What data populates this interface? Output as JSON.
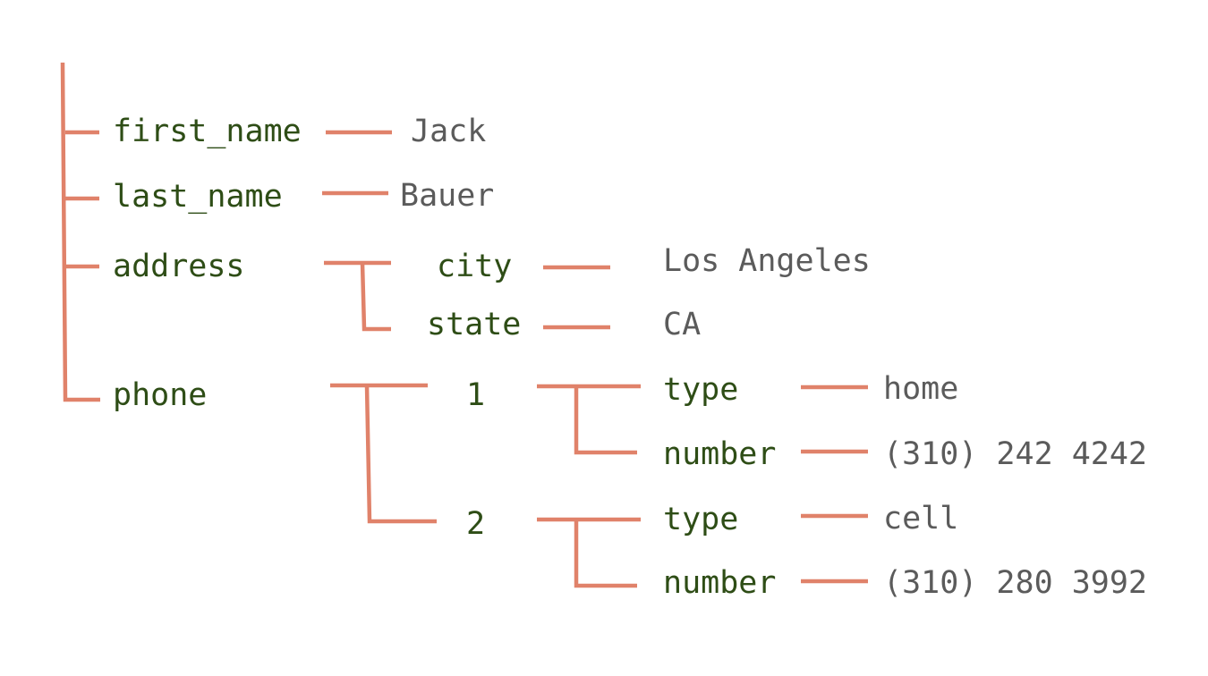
{
  "tree": {
    "keys": {
      "first_name": "first_name",
      "last_name": "last_name",
      "address": "address",
      "city": "city",
      "state": "state",
      "phone": "phone",
      "phone_1": "1",
      "phone_1_type": "type",
      "phone_1_number": "number",
      "phone_2": "2",
      "phone_2_type": "type",
      "phone_2_number": "number"
    },
    "values": {
      "first_name": "Jack",
      "last_name": "Bauer",
      "city": "Los Angeles",
      "state": "CA",
      "phone_1_type": "home",
      "phone_1_number": "(310) 242 4242",
      "phone_2_type": "cell",
      "phone_2_number": "(310) 280 3992"
    }
  },
  "colors": {
    "connector": "#e0826a",
    "key_text": "#2e4d16",
    "value_text": "#5b5b5b",
    "background": "#ffffff"
  }
}
